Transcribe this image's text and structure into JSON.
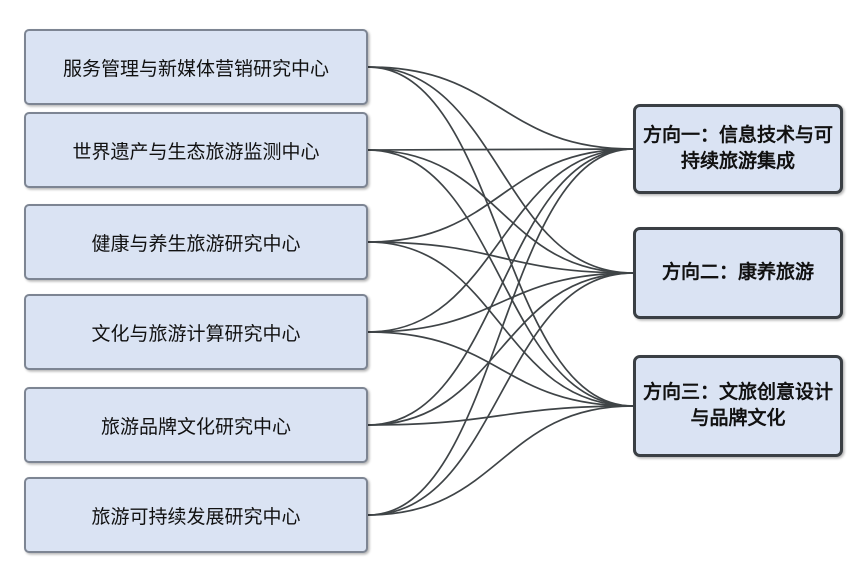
{
  "diagram": {
    "left_boxes": [
      {
        "label": "服务管理与新媒体营销研究中心"
      },
      {
        "label": "世界遗产与生态旅游监测中心"
      },
      {
        "label": "健康与养生旅游研究中心"
      },
      {
        "label": "文化与旅游计算研究中心"
      },
      {
        "label": "旅游品牌文化研究中心"
      },
      {
        "label": "旅游可持续发展研究中心"
      }
    ],
    "right_boxes": [
      {
        "label": "方向一：信息技术与可持续旅游集成"
      },
      {
        "label": "方向二：康养旅游"
      },
      {
        "label": "方向三：文旅创意设计与品牌文化"
      }
    ],
    "edges": [
      [
        0,
        0
      ],
      [
        0,
        1
      ],
      [
        0,
        2
      ],
      [
        1,
        0
      ],
      [
        1,
        1
      ],
      [
        1,
        2
      ],
      [
        2,
        0
      ],
      [
        2,
        1
      ],
      [
        2,
        2
      ],
      [
        3,
        0
      ],
      [
        3,
        1
      ],
      [
        3,
        2
      ],
      [
        4,
        0
      ],
      [
        4,
        1
      ],
      [
        4,
        2
      ],
      [
        5,
        0
      ],
      [
        5,
        1
      ],
      [
        5,
        2
      ]
    ],
    "colors": {
      "box_fill": "#dae3f3",
      "left_border": "#7d8593",
      "right_border": "#3a3f44",
      "edge": "#3f4447",
      "text": "#111111"
    }
  }
}
